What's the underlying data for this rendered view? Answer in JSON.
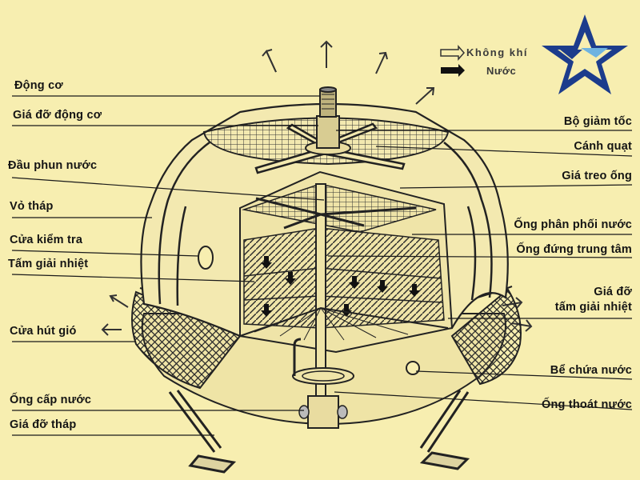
{
  "legend": {
    "air": "Không khí",
    "water": "Nước"
  },
  "labels_left": {
    "motor": "Động cơ",
    "motor_bracket": "Giá đỡ động cơ",
    "spray_nozzle": "Đầu phun nước",
    "shell": "Vỏ tháp",
    "inspection_door": "Cửa kiểm tra",
    "fill": "Tấm giải nhiệt",
    "air_inlet": "Cửa hút gió",
    "inlet_pipe": "Ống cấp nước",
    "tower_support": "Giá đỡ tháp"
  },
  "labels_right": {
    "reducer": "Bộ giảm tốc",
    "fan_blade": "Cánh quạt",
    "pipe_hanger": "Giá treo ống",
    "distributor": "Ống phân phối nước",
    "center_pipe": "Ống đứng trung tâm",
    "fill_support_line1": "Giá đỡ",
    "fill_support_line2": "tấm giải nhiệt",
    "basin": "Bể chứa nước",
    "drain_pipe": "Ống thoát nước"
  },
  "colors": {
    "background": "#f7eeb0",
    "logo_blue": "#1c3c8c",
    "logo_light": "#6fb3e0",
    "ink": "#1a1a1a"
  }
}
